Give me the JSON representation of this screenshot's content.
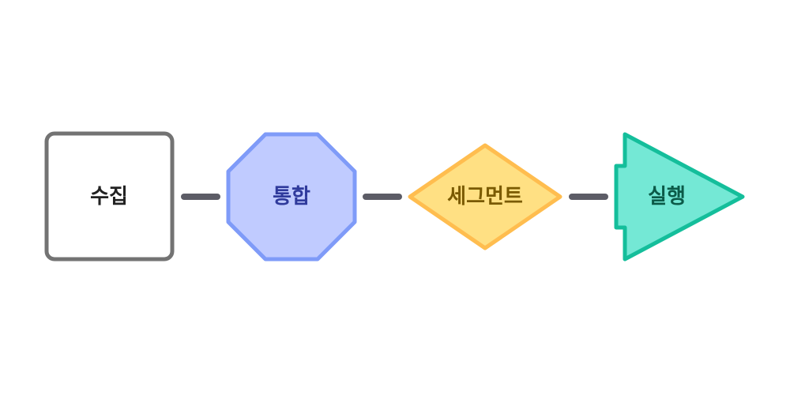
{
  "diagram": {
    "nodes": [
      {
        "label": "수집",
        "shape": "rounded-square",
        "fill": "#ffffff",
        "stroke": "#737373",
        "text_color": "#222222"
      },
      {
        "label": "통합",
        "shape": "octagon",
        "fill": "#c0cbff",
        "stroke": "#7f9bf8",
        "text_color": "#2f3a9c"
      },
      {
        "label": "세그먼트",
        "shape": "diamond",
        "fill": "#ffe083",
        "stroke": "#ffbd4f",
        "text_color": "#7a5a00"
      },
      {
        "label": "실행",
        "shape": "pentagon-arrow",
        "fill": "#74e8d5",
        "stroke": "#14be9b",
        "text_color": "#0b5a48"
      }
    ],
    "connector_color": "#5c5c66"
  }
}
